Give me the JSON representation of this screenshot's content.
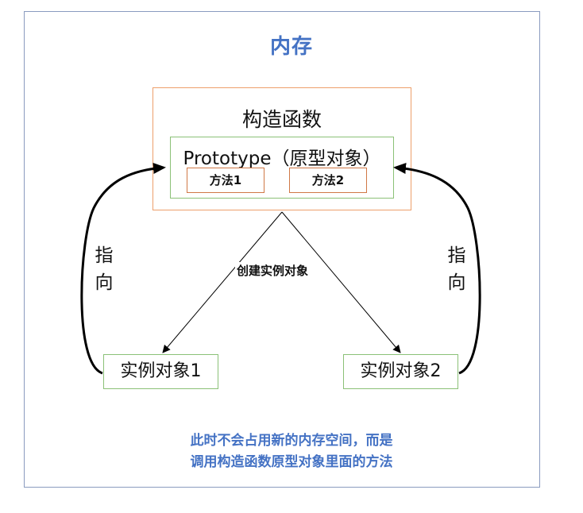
{
  "memory": {
    "title": "内存"
  },
  "constructor": {
    "title": "构造函数",
    "prototype": {
      "title": "Prototype（原型对象）",
      "methods": [
        "方法1",
        "方法2"
      ]
    }
  },
  "instances": [
    "实例对象1",
    "实例对象2"
  ],
  "labels": {
    "create": "创建实例对象",
    "point_left": "指向",
    "point_right": "指向"
  },
  "note": {
    "line1": "此时不会占用新的内存空间，而是",
    "line2": "调用构造函数原型对象里面的方法"
  },
  "colors": {
    "frame": "#8a9bbf",
    "accent_text": "#4472c4",
    "constructor_border": "#ed9f6b",
    "prototype_border": "#8bc177",
    "method_border": "#d07846",
    "instance_border": "#8bc177"
  }
}
